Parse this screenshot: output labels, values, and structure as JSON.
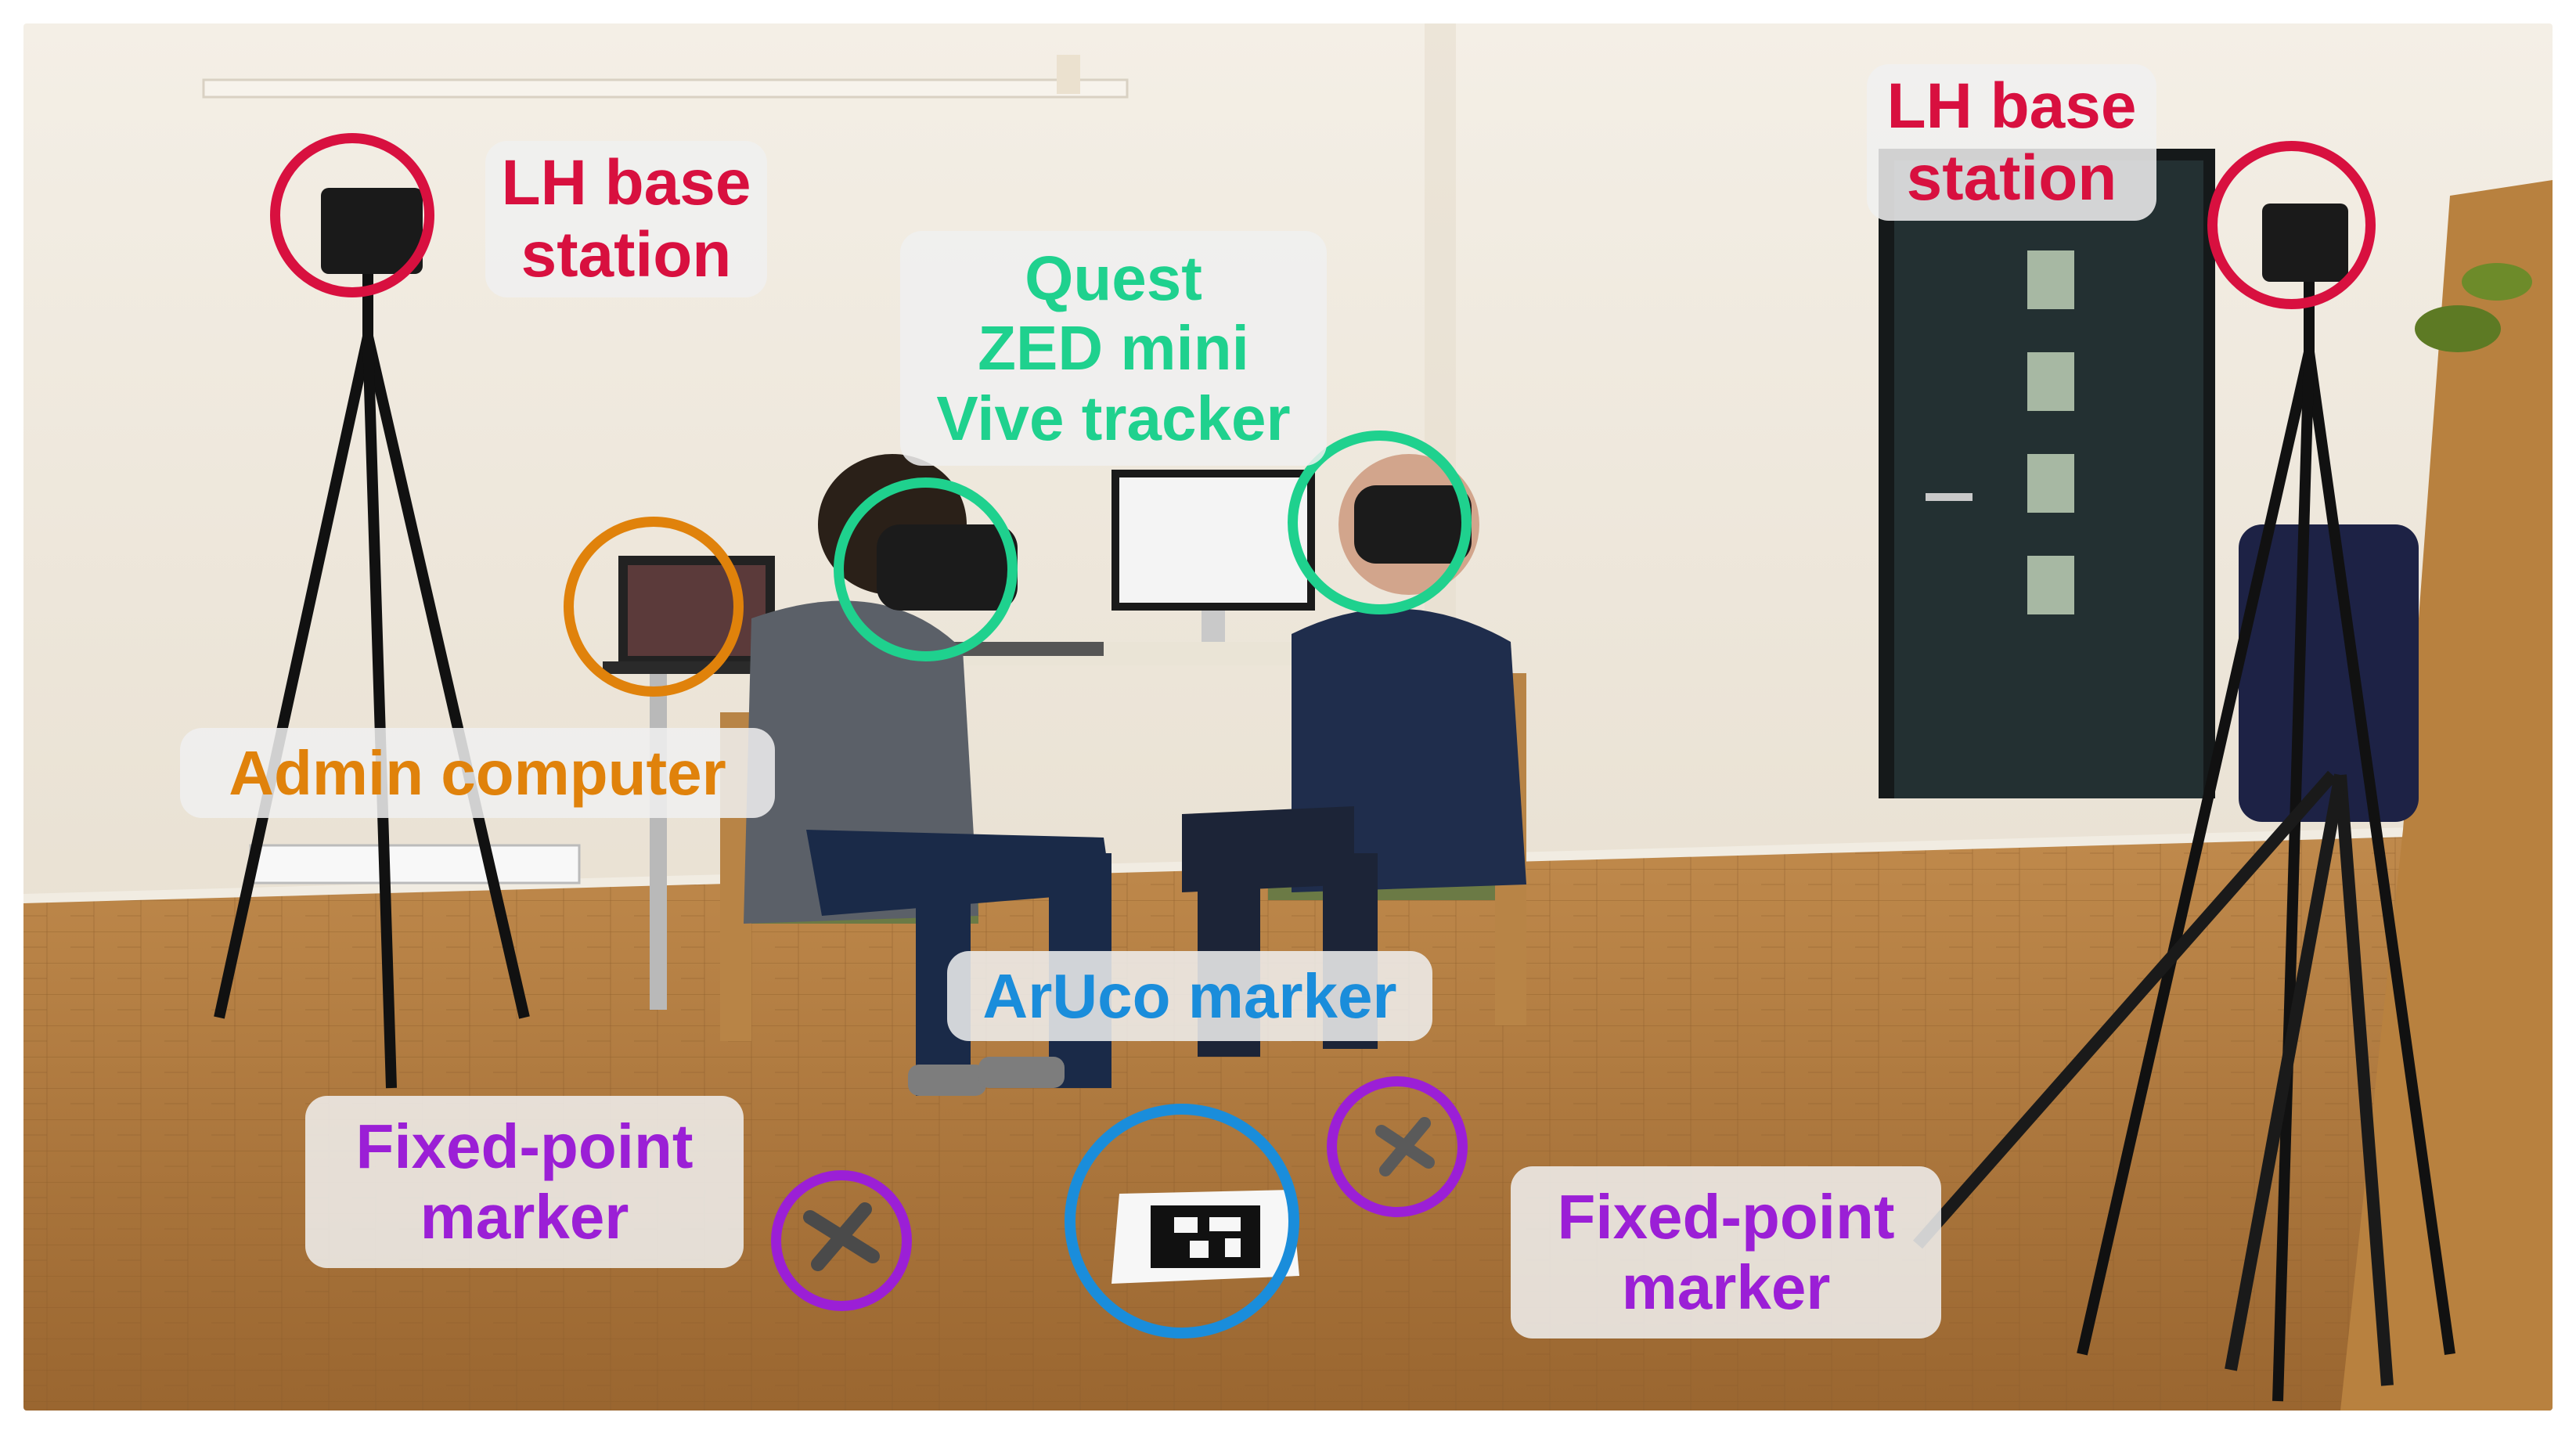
{
  "labels": {
    "lh_left": "LH base\nstation",
    "lh_right": "LH base\nstation",
    "headset_group": "Quest\nZED mini\nVive tracker",
    "admin": "Admin computer",
    "aruco": "ArUco marker",
    "fixed_left": "Fixed-point\nmarker",
    "fixed_right": "Fixed-point\nmarker"
  },
  "colors": {
    "lh": "#d8103f",
    "headset": "#1fd18e",
    "admin": "#e0820b",
    "aruco": "#1a8ddb",
    "fixed": "#9b1fd6",
    "wall": "#f2ece2",
    "floor": "#b07a3e",
    "door": "#1f2a2c"
  }
}
